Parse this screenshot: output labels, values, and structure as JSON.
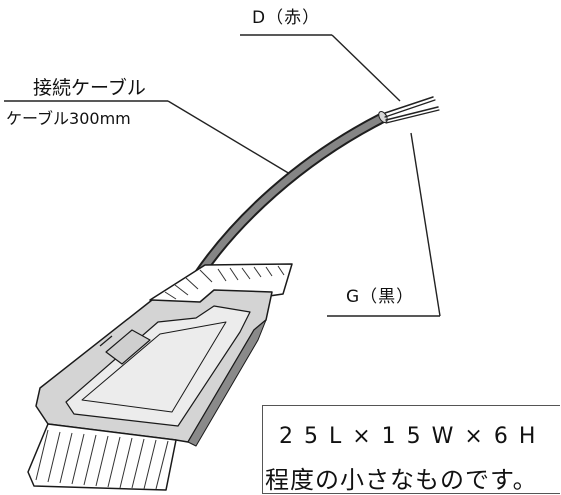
{
  "labels": {
    "lead_d": "D（赤）",
    "cable_name": "接続ケーブル",
    "cable_length": "ケーブル300mm",
    "lead_g": "G（黒）"
  },
  "spec": {
    "dimensions": "25L×15W×6H",
    "note": "程度の小さなものです。"
  }
}
